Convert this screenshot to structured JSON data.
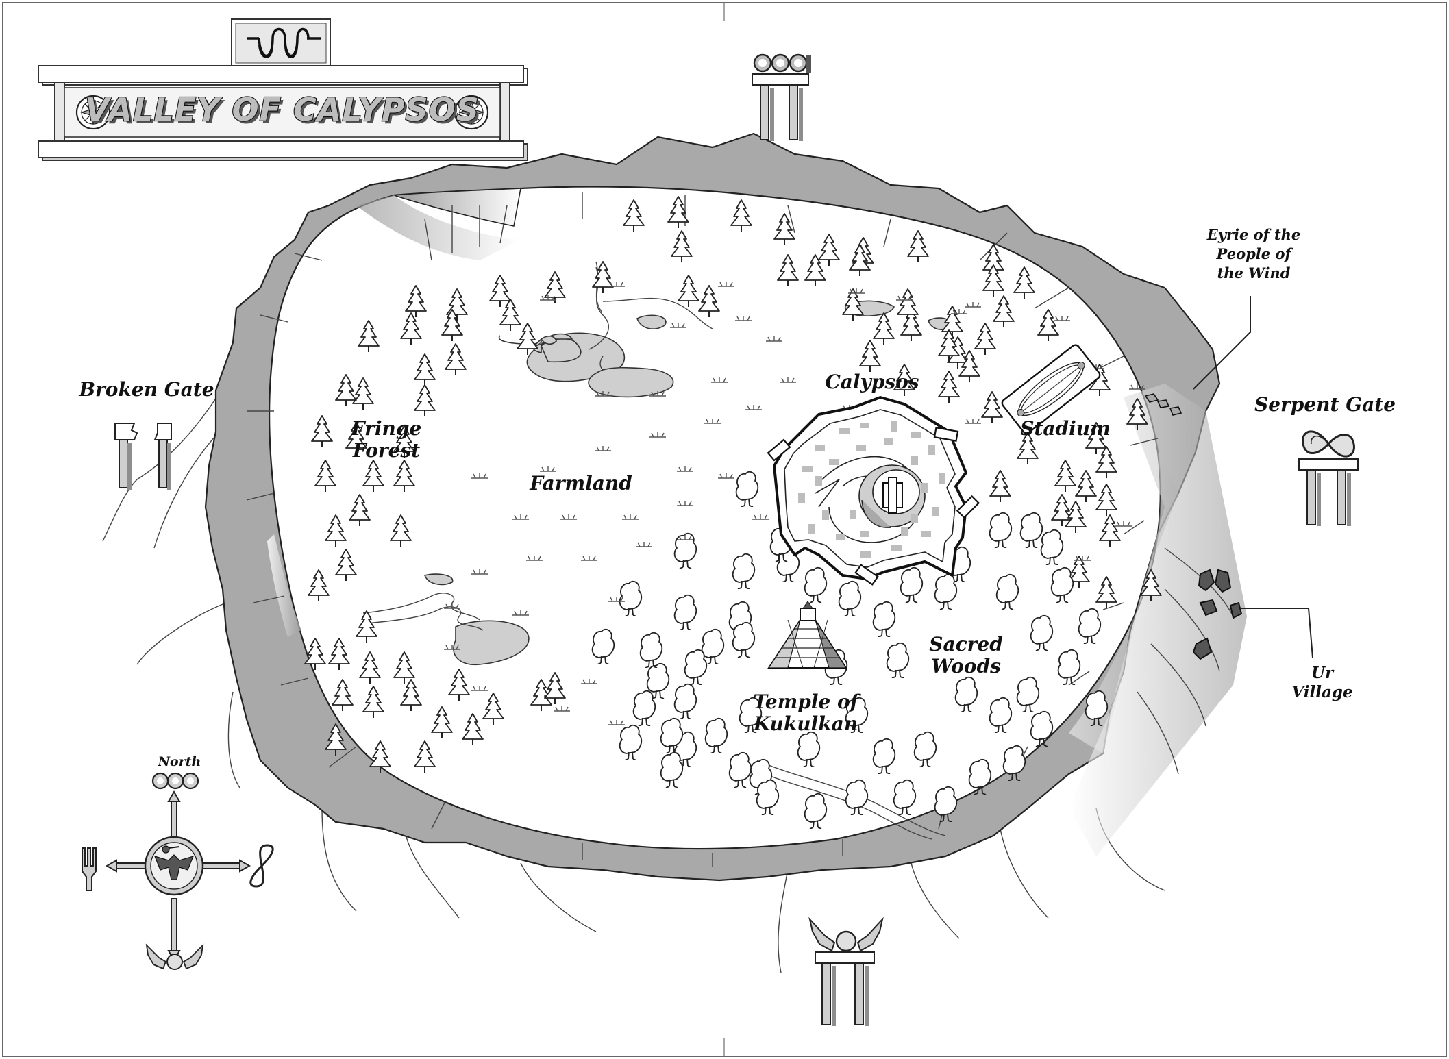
{
  "map": {
    "title": "VALLEY OF CALYPSOS",
    "labels": {
      "broken_gate": "Broken Gate",
      "fringe_forest": [
        "Fringe",
        "Forest"
      ],
      "farmland": "Farmland",
      "calypsos": "Calypsos",
      "stadium": "Stadium",
      "eyrie": [
        "Eyrie of the",
        "People of",
        "the Wind"
      ],
      "serpent_gate": "Serpent Gate",
      "sacred_woods": [
        "Sacred",
        "Woods"
      ],
      "temple": [
        "Temple of",
        "Kukulkan"
      ],
      "ur_village": [
        "Ur",
        "Village"
      ]
    },
    "compass": {
      "north_label": "North",
      "icons": [
        "three-rings-icon",
        "fork-icon",
        "infinity-icon",
        "winged-orb-icon",
        "eagle-icon"
      ]
    },
    "gates": [
      "three-rings-gate",
      "broken-gate",
      "serpent-gate",
      "winged-orb-gate"
    ],
    "colors": {
      "cliff": "#a9a9a9",
      "cliff_dark": "#8e8e8e",
      "valley": "#ffffff",
      "water": "#cfcfcf",
      "ink": "#111111"
    }
  }
}
